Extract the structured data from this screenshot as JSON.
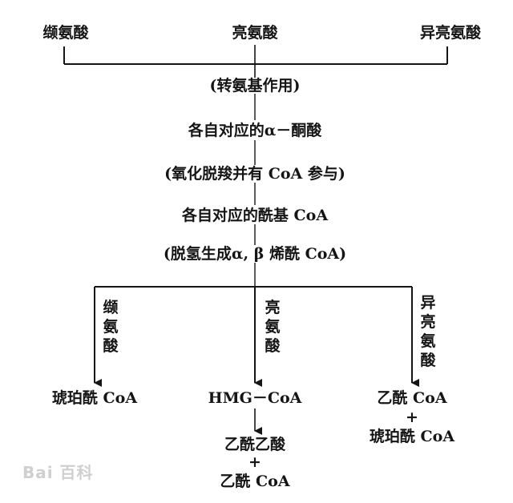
{
  "top": {
    "left": "缬氨酸",
    "center": "亮氨酸",
    "right": "异亮氨酸"
  },
  "steps": {
    "transamination": "(转氨基作用)",
    "keto_acid": "各自对应的α－酮酸",
    "oxidative_decarboxylation": "(氧化脱羧并有 CoA 参与)",
    "acyl_coa": "各自对应的酰基 CoA",
    "dehydrogenation": "(脱氢生成α, β 烯酰 CoA)"
  },
  "branches": {
    "left_label": "缬氨酸",
    "center_label": "亮氨酸",
    "right_label": "异亮氨酸"
  },
  "products": {
    "left": "琥珀酰 CoA",
    "center": "HMG－CoA",
    "center_sub1": "乙酰乙酸",
    "center_plus": "+",
    "center_sub2": "乙酰 CoA",
    "right1": "乙酰 CoA",
    "right_plus": "+",
    "right2": "琥珀酰 CoA"
  },
  "watermark": "Bai 百科"
}
